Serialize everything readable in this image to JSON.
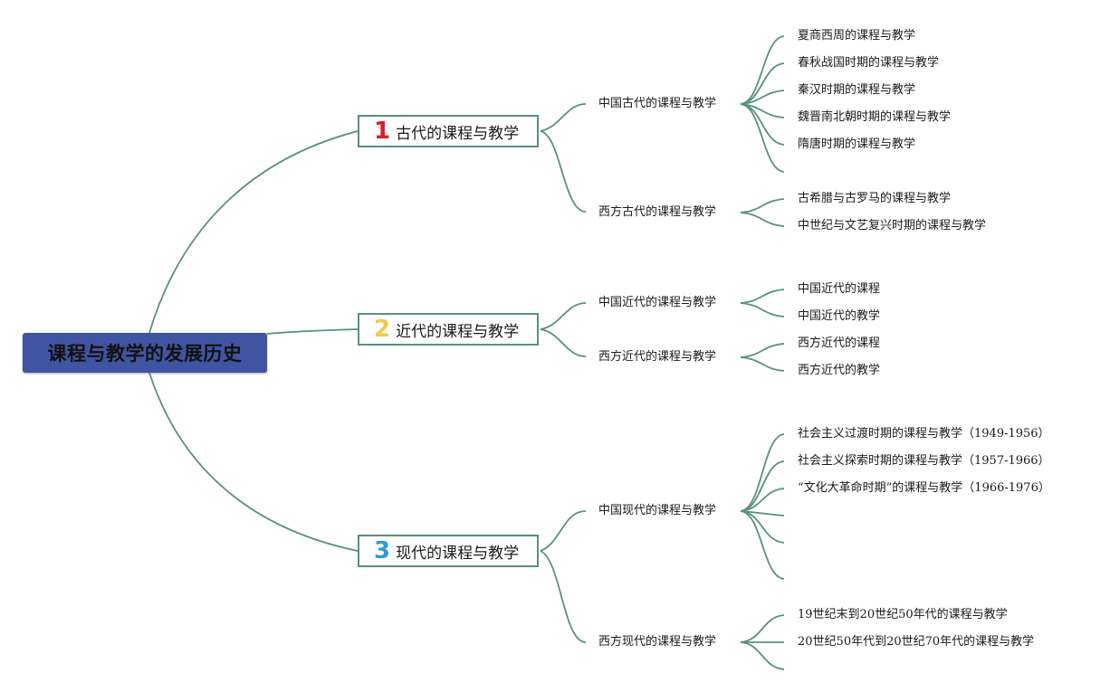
{
  "root": {
    "title": "课程与教学的发展历史"
  },
  "branches": [
    {
      "number": "1",
      "number_color": "#d81e2c",
      "label": "古代的课程与教学",
      "children": [
        {
          "label": "中国古代的课程与教学",
          "children": [
            "夏商西周的课程与教学",
            "春秋战国时期的课程与教学",
            "秦汉时期的课程与教学",
            "魏晋南北朝时期的课程与教学",
            "隋唐时期的课程与教学",
            ""
          ]
        },
        {
          "label": "西方古代的课程与教学",
          "children": [
            "古希腊与古罗马的课程与教学",
            "中世纪与文艺复兴时期的课程与教学"
          ]
        }
      ]
    },
    {
      "number": "2",
      "number_color": "#f2c94c",
      "label": "近代的课程与教学",
      "children": [
        {
          "label": "中国近代的课程与教学",
          "children": [
            "中国近代的课程",
            "中国近代的教学"
          ]
        },
        {
          "label": "西方近代的课程与教学",
          "children": [
            "西方近代的课程",
            "西方近代的教学"
          ]
        }
      ]
    },
    {
      "number": "3",
      "number_color": "#2f9ad6",
      "label": "现代的课程与教学",
      "children": [
        {
          "label": "中国现代的课程与教学",
          "children": [
            "社会主义过渡时期的课程与教学（1949-1956）",
            "社会主义探索时期的课程与教学（1957-1966）",
            "“文化大革命时期”的课程与教学（1966-1976）",
            "",
            "",
            ""
          ]
        },
        {
          "label": "西方现代的课程与教学",
          "children": [
            "19世纪末到20世纪50年代的课程与教学",
            "20世纪50年代到20世纪70年代的课程与教学",
            ""
          ]
        }
      ]
    }
  ],
  "colors": {
    "root_fill": "#3f55a2",
    "connector": "#5a9080"
  }
}
